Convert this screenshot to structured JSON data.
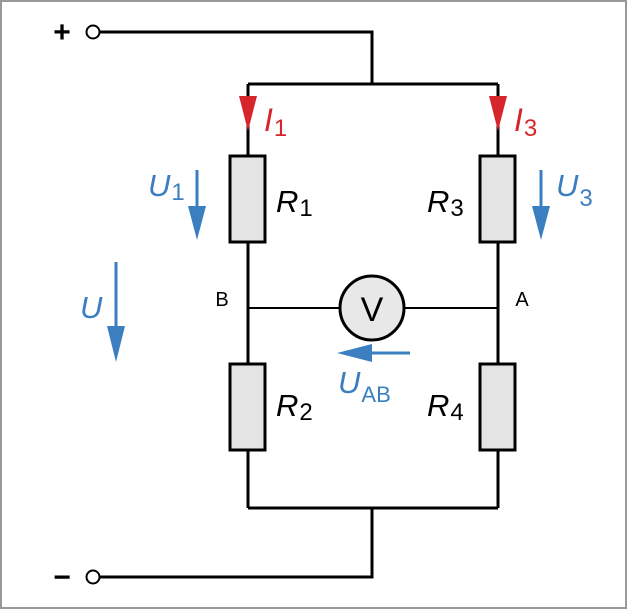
{
  "terminals": {
    "plus": "+",
    "minus": "−"
  },
  "nodes": {
    "left": "B",
    "right": "A"
  },
  "meter": {
    "symbol": "V"
  },
  "resistors": {
    "r1": {
      "sym": "R",
      "sub": "1"
    },
    "r2": {
      "sym": "R",
      "sub": "2"
    },
    "r3": {
      "sym": "R",
      "sub": "3"
    },
    "r4": {
      "sym": "R",
      "sub": "4"
    }
  },
  "currents": {
    "i1": {
      "sym": "I",
      "sub": "1"
    },
    "i3": {
      "sym": "I",
      "sub": "3"
    }
  },
  "voltages": {
    "u": {
      "sym": "U",
      "sub": ""
    },
    "u1": {
      "sym": "U",
      "sub": "1"
    },
    "u3": {
      "sym": "U",
      "sub": "3"
    },
    "uab": {
      "sym": "U",
      "sub": "AB"
    }
  },
  "colors": {
    "wire": "#000000",
    "current": "#d7262b",
    "voltage": "#3b7fc0",
    "resistor_fill": "#e4e4e4",
    "meter_fill": "#e8e8e8",
    "frame": "#999999"
  }
}
